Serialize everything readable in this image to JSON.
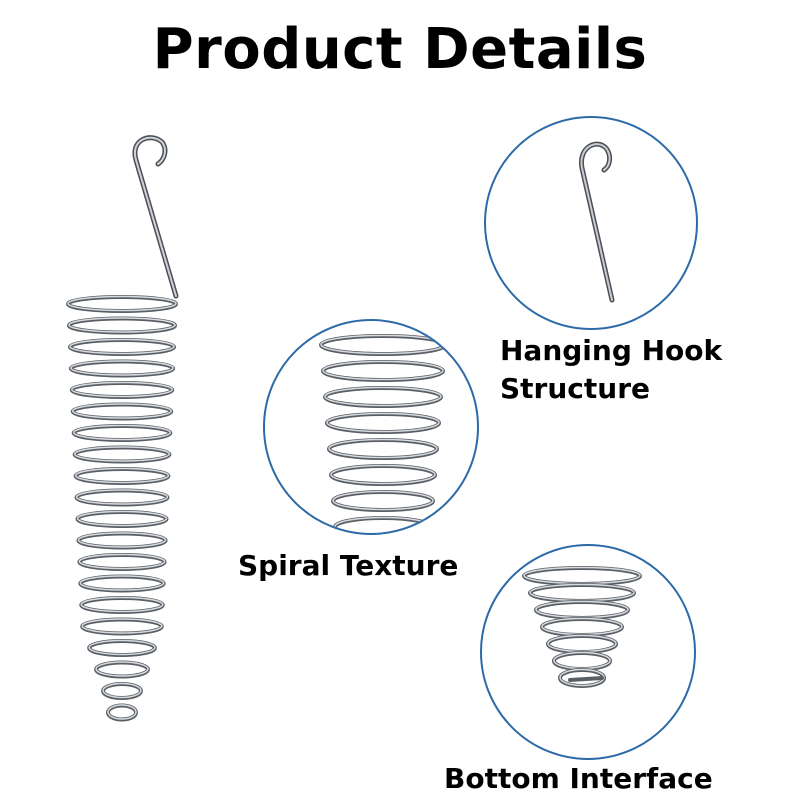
{
  "header": {
    "title": "Product Details"
  },
  "callouts": {
    "hook_line1": "Hanging Hook",
    "hook_line2": "Structure",
    "spiral": "Spiral Texture",
    "bottom": "Bottom Interface"
  },
  "colors": {
    "circle_border": "#2d6aa8",
    "metal": "#8a8f96",
    "metal_dark": "#4a4f55",
    "title_text": "#000000"
  }
}
